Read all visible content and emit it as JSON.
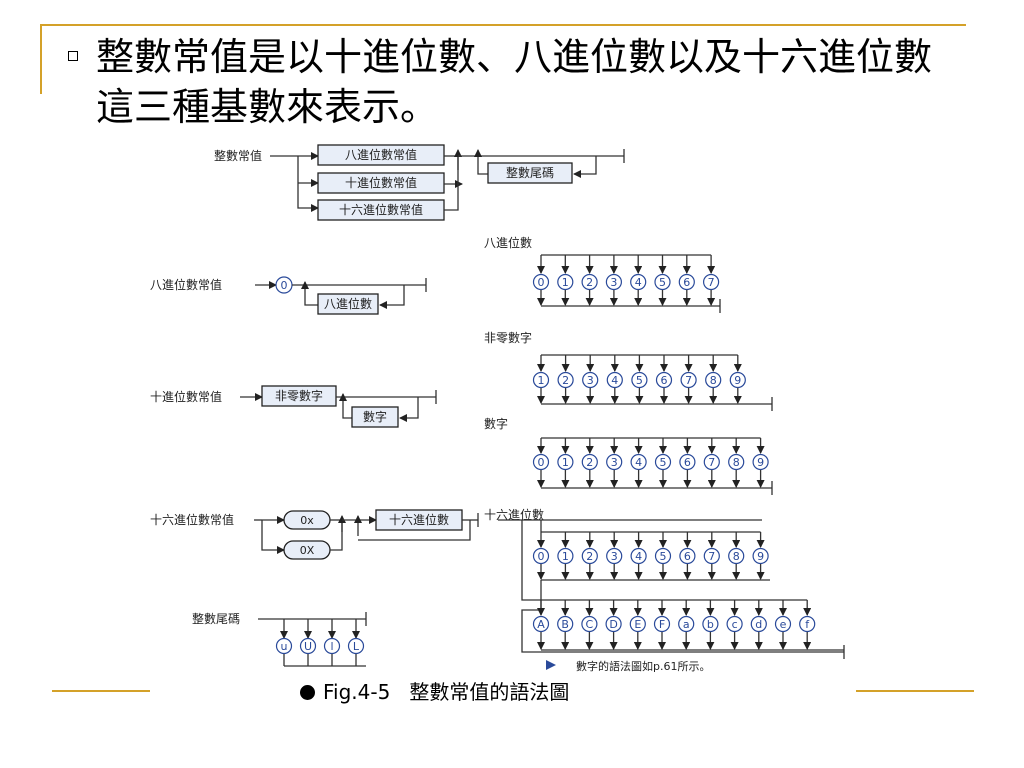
{
  "slide": {
    "bullet": {
      "line1": "整數常值是以十進位數、八進位數以及十六進位數",
      "line2": "這三種基數來表示。"
    },
    "caption": {
      "fig": "Fig.4-5",
      "title": "整數常值的語法圖"
    }
  },
  "diagram": {
    "integer_literal": {
      "label": "整數常值",
      "octal_box": "八進位數常值",
      "decimal_box": "十進位數常值",
      "hex_box": "十六進位數常值",
      "suffix_box": "整數尾碼"
    },
    "octal_literal": {
      "label": "八進位數常值",
      "zero": "0",
      "box": "八進位數"
    },
    "decimal_literal": {
      "label": "十進位數常值",
      "nonzero_box": "非零數字",
      "digit_box": "數字"
    },
    "hex_literal": {
      "label": "十六進位數常值",
      "prefix_lower": "0x",
      "prefix_upper": "0X",
      "box": "十六進位數"
    },
    "suffix": {
      "label": "整數尾碼",
      "chars": [
        "u",
        "U",
        "l",
        "L"
      ]
    },
    "octal_digit": {
      "label": "八進位數",
      "chars": [
        "0",
        "1",
        "2",
        "3",
        "4",
        "5",
        "6",
        "7"
      ]
    },
    "nonzero_digit": {
      "label": "非零數字",
      "chars": [
        "1",
        "2",
        "3",
        "4",
        "5",
        "6",
        "7",
        "8",
        "9"
      ]
    },
    "digit": {
      "label": "數字",
      "chars": [
        "0",
        "1",
        "2",
        "3",
        "4",
        "5",
        "6",
        "7",
        "8",
        "9"
      ]
    },
    "hex_digit": {
      "label": "十六進位數",
      "row1": [
        "0",
        "1",
        "2",
        "3",
        "4",
        "5",
        "6",
        "7",
        "8",
        "9"
      ],
      "row2": [
        "A",
        "B",
        "C",
        "D",
        "E",
        "F",
        "a",
        "b",
        "c",
        "d",
        "e",
        "f"
      ]
    },
    "note": "數字的語法圖如p.61所示。"
  },
  "colors": {
    "accent_rule": "#d4a129",
    "box_fill": "#e8eef8",
    "circle_stroke": "#2a4a9a"
  }
}
